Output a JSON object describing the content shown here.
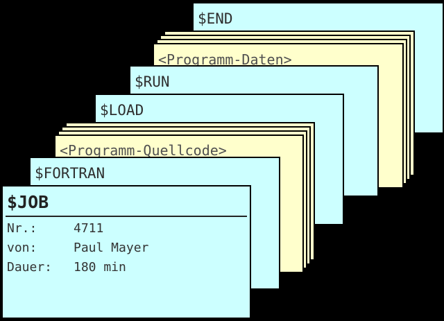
{
  "cards": {
    "end": "$END",
    "programm_daten": "<Programm-Daten>",
    "run": "$RUN",
    "load": "$LOAD",
    "programm_quellcode": "<Programm-Quellcode>",
    "fortran": "$FORTRAN",
    "job": {
      "title": "$JOB",
      "rows": [
        {
          "key": "Nr.:",
          "value": "4711"
        },
        {
          "key": "von:",
          "value": "Paul Mayer"
        },
        {
          "key": "Dauer:",
          "value": "180 min"
        }
      ]
    }
  },
  "colors": {
    "background": "#000000",
    "control_card": "#ccffff",
    "data_card": "#ffffcc"
  }
}
